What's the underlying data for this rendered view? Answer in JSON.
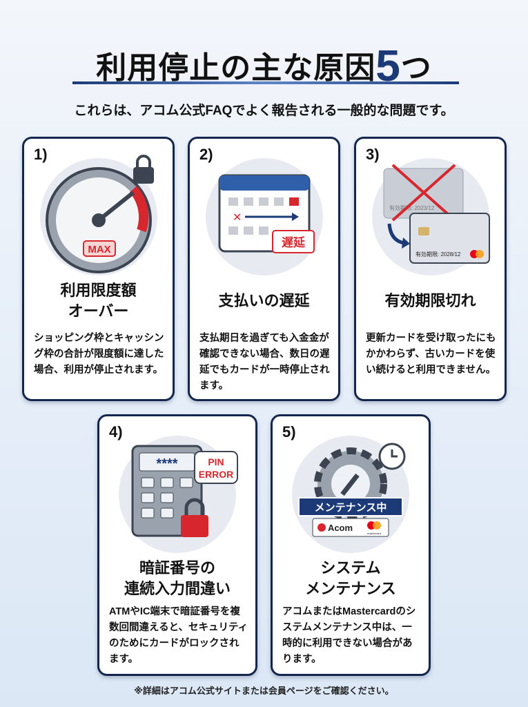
{
  "header": {
    "title_main": "利用停止の主な原因",
    "title_number": "5",
    "title_suffix": "つ",
    "subtitle": "これらは、アコム公式FAQでよく報告される一般的な問題です。"
  },
  "colors": {
    "navy": "#14264d",
    "accent_blue": "#1c3a78",
    "red": "#d7262e"
  },
  "cards": [
    {
      "number": "1)",
      "icon": "speedometer-lock-icon",
      "illustration_text": "MAX",
      "heading_lines": [
        "利用限度額",
        "オーバー"
      ],
      "description": "ショッピング枠とキャッシング枠の合計が限度額に達した場合、利用が停止されます。"
    },
    {
      "number": "2)",
      "icon": "calendar-delay-icon",
      "illustration_text": "遅延",
      "heading_lines": [
        "支払いの遅延"
      ],
      "description": "支払期日を過ぎても入金金が確認できない場合、数日の遅延でもカードが一時停止されます。"
    },
    {
      "number": "3)",
      "icon": "expired-card-icon",
      "illustration_text_old": "有効期限: 2023/12",
      "illustration_text_new": "有効期限: 2028/12",
      "heading_lines": [
        "有効期限切れ"
      ],
      "description": "更新カードを受け取ったにもかかわらず、古いカードを使い続けると利用できません。"
    },
    {
      "number": "4)",
      "icon": "keypad-pin-error-icon",
      "illustration_text_screen": "****",
      "illustration_text_bubble_1": "PIN",
      "illustration_text_bubble_2": "ERROR",
      "heading_lines": [
        "暗証番号の",
        "連続入力間違い"
      ],
      "description": "ATMやIC端末で暗証番号を複数回間違えると、セキュリティのためにカードがロックされます。"
    },
    {
      "number": "5)",
      "icon": "gear-maintenance-icon",
      "illustration_text_banner": "メンテナンス中",
      "illustration_text_brand_1": "Acom",
      "illustration_text_brand_2": "mastercard",
      "heading_lines": [
        "システム",
        "メンテナンス"
      ],
      "description": "アコムまたはMastercardのシステムメンテナンス中は、一時的に利用できない場合があります。"
    }
  ],
  "footer": {
    "note": "※詳細はアコム公式サイトまたは会員ページをご確認ください。"
  }
}
